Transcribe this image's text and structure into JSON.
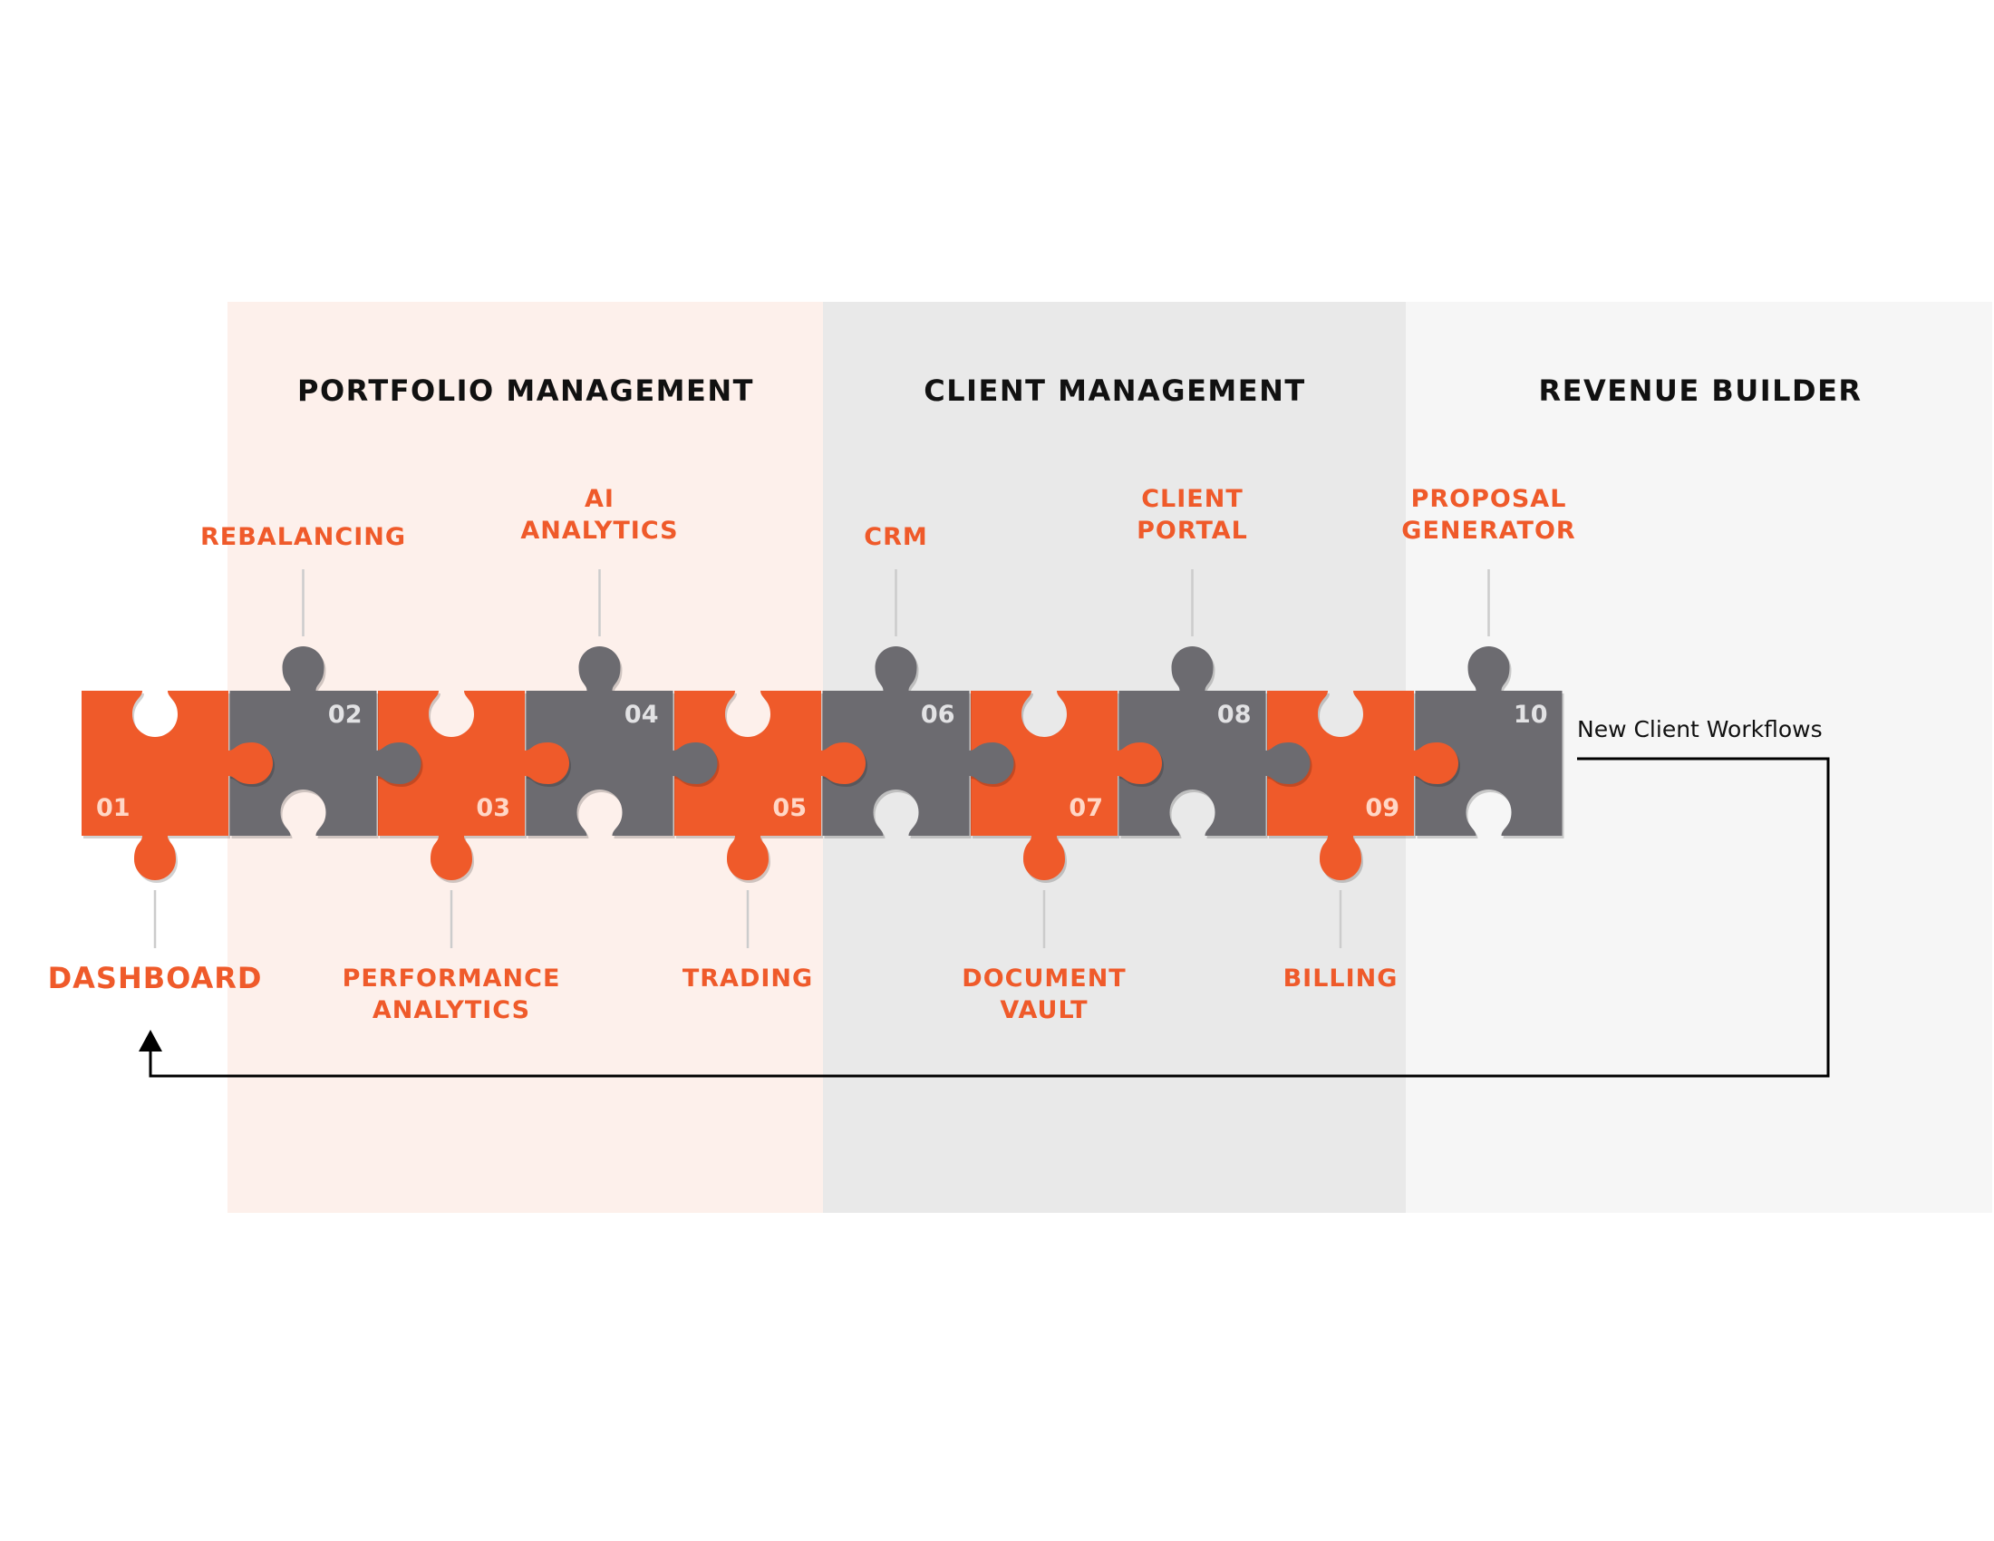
{
  "colors": {
    "orange": "#ef5a2a",
    "gray": "#6c6b70",
    "number_on_orange": "#ffd7c6",
    "number_on_gray": "#e2e2e4",
    "band_portfolio": "#fdf0eb",
    "band_client": "#e9e9e9",
    "band_revenue": "#f6f6f6",
    "connector": "#cccccc",
    "flow_line": "#000000"
  },
  "bands": [
    {
      "title": "PORTFOLIO MANAGEMENT"
    },
    {
      "title": "CLIENT MANAGEMENT"
    },
    {
      "title": "REVENUE BUILDER"
    }
  ],
  "pieces": [
    {
      "number": "01",
      "color": "orange",
      "label_lines": [
        "DASHBOARD"
      ],
      "label_position": "below"
    },
    {
      "number": "02",
      "color": "gray",
      "label_lines": [
        "REBALANCING"
      ],
      "label_position": "above"
    },
    {
      "number": "03",
      "color": "orange",
      "label_lines": [
        "PERFORMANCE",
        "ANALYTICS"
      ],
      "label_position": "below"
    },
    {
      "number": "04",
      "color": "gray",
      "label_lines": [
        "AI",
        "ANALYTICS"
      ],
      "label_position": "above"
    },
    {
      "number": "05",
      "color": "orange",
      "label_lines": [
        "TRADING"
      ],
      "label_position": "below"
    },
    {
      "number": "06",
      "color": "gray",
      "label_lines": [
        "CRM"
      ],
      "label_position": "above"
    },
    {
      "number": "07",
      "color": "orange",
      "label_lines": [
        "DOCUMENT",
        "VAULT"
      ],
      "label_position": "below"
    },
    {
      "number": "08",
      "color": "gray",
      "label_lines": [
        "CLIENT",
        "PORTAL"
      ],
      "label_position": "above"
    },
    {
      "number": "09",
      "color": "orange",
      "label_lines": [
        "BILLING"
      ],
      "label_position": "below"
    },
    {
      "number": "10",
      "color": "gray",
      "label_lines": [
        "PROPOSAL",
        "GENERATOR"
      ],
      "label_position": "above"
    }
  ],
  "workflow": {
    "label": "New Client Workflows",
    "direction": "returns to 01"
  }
}
